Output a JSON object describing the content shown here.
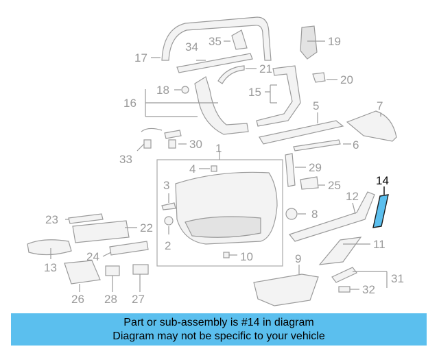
{
  "callouts": [
    "1",
    "2",
    "3",
    "4",
    "5",
    "6",
    "7",
    "8",
    "9",
    "10",
    "11",
    "12",
    "13",
    "14",
    "15",
    "16",
    "17",
    "18",
    "19",
    "20",
    "21",
    "22",
    "23",
    "24",
    "25",
    "26",
    "27",
    "28",
    "29",
    "30",
    "31",
    "32",
    "33",
    "34",
    "35"
  ],
  "highlighted_callout": "14",
  "highlight_color": "#5bbfee",
  "banner_color": "#5bbfee",
  "banner": {
    "line1": "Part or sub-assembly is #14 in diagram",
    "line2": "Diagram may not be specific to your vehicle"
  }
}
